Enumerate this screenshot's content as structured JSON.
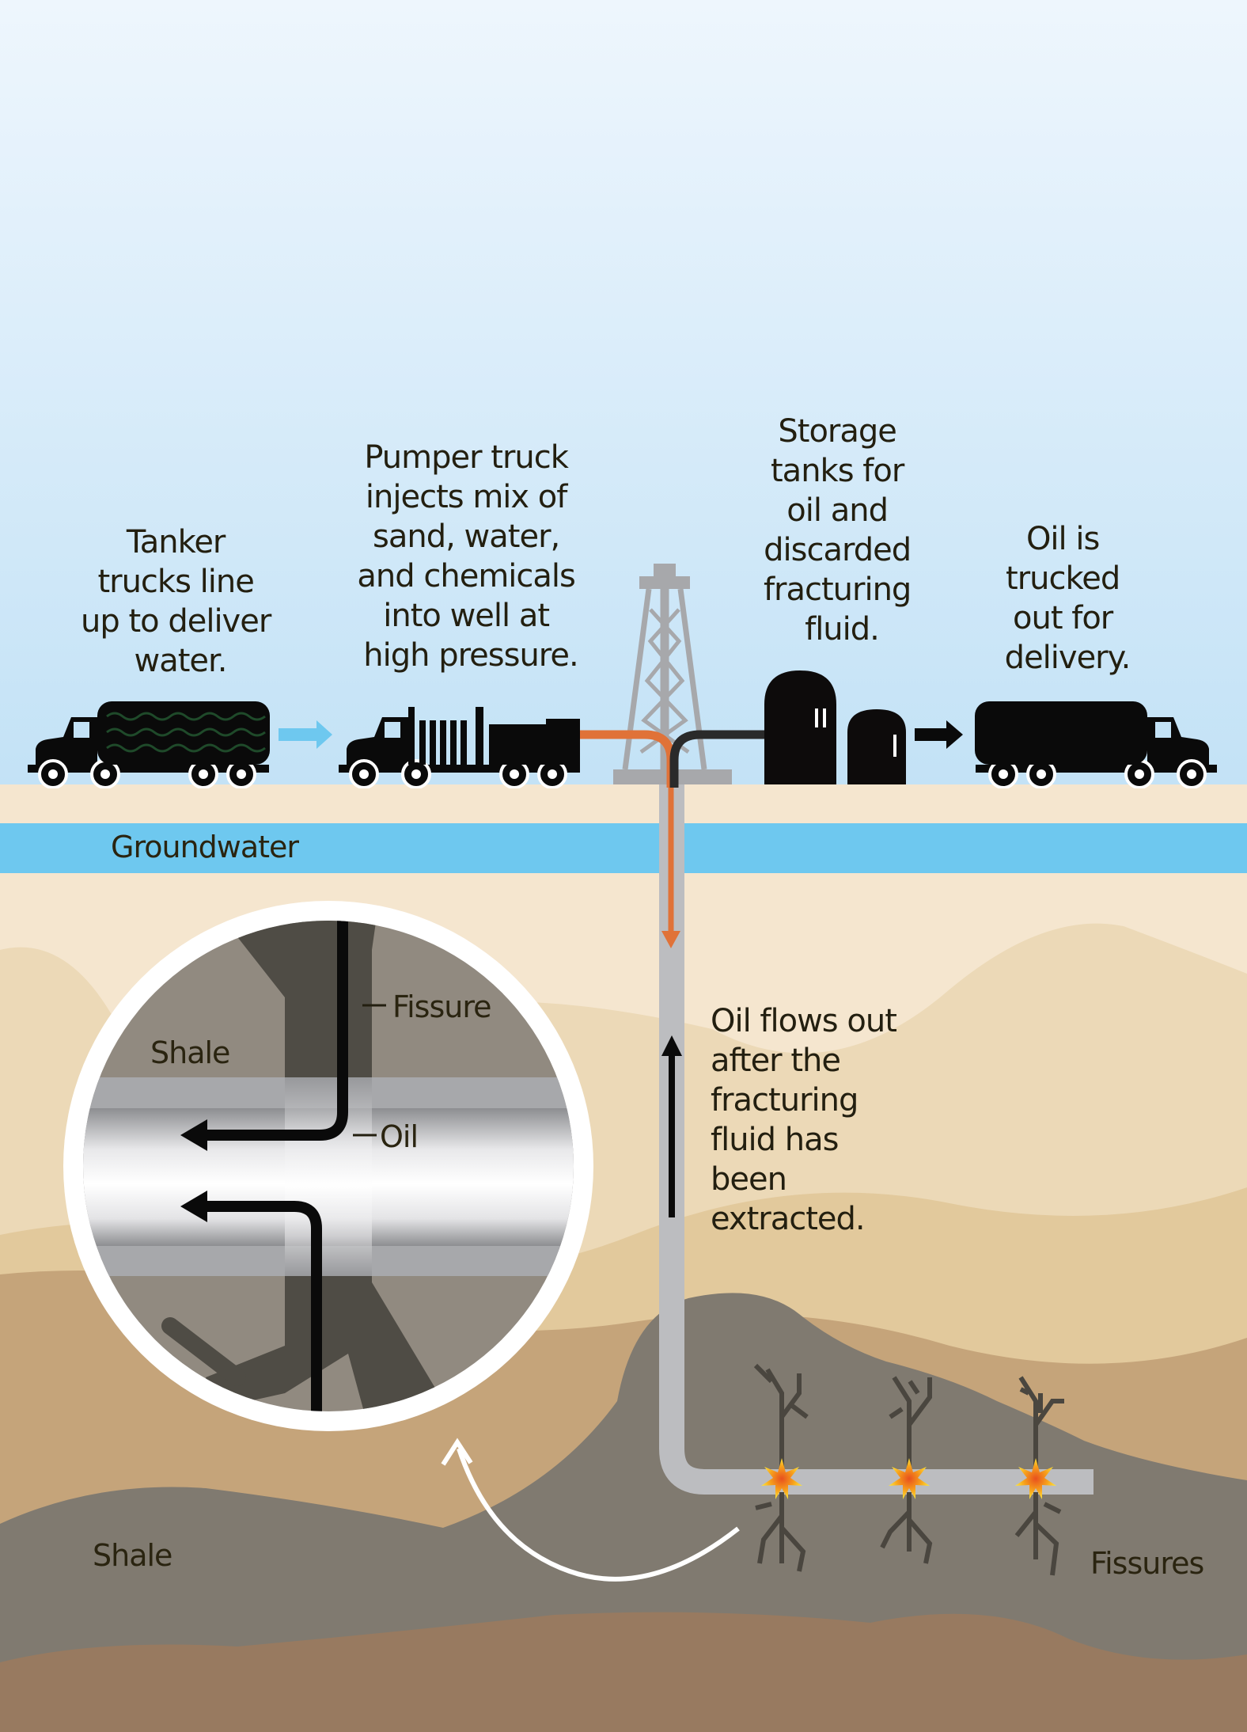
{
  "captions": {
    "tanker": [
      "Tanker",
      "trucks line",
      "up to deliver",
      "water."
    ],
    "pumper": [
      "Pumper truck",
      "injects mix of",
      "sand, water,",
      "and chemicals",
      "into well at",
      "high pressure."
    ],
    "storage": [
      "Storage",
      "tanks for",
      "oil and",
      "discarded",
      "fracturing",
      "fluid."
    ],
    "delivery": [
      "Oil is",
      "trucked",
      "out for",
      "delivery."
    ],
    "oil_flows": [
      "Oil flows out",
      "after the",
      "fracturing",
      "fluid has",
      "been",
      "extracted."
    ]
  },
  "labels": {
    "groundwater": "Groundwater",
    "shale_inset": "Shale",
    "fissure_inset": "Fissure",
    "oil_inset": "Oil",
    "shale": "Shale",
    "fissures": "Fissures"
  },
  "colors": {
    "sky_top": "#eef6fd",
    "sky_bottom": "#c3e2f6",
    "groundwater": "#6ec8ef",
    "fracturing_fluid": "#e07238",
    "pipe": "#bcbdc0",
    "shale": "#807a70"
  }
}
